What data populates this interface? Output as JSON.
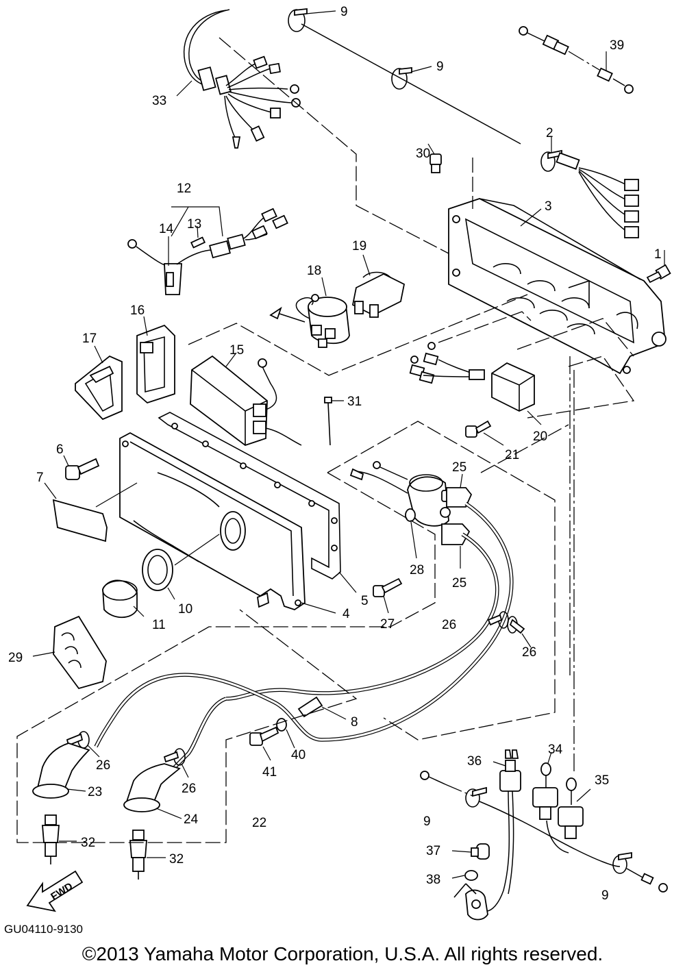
{
  "diagram": {
    "code": "GU04110-9130",
    "copyright": "©2013 Yamaha Motor Corporation, U.S.A. All rights reserved.",
    "direction_label": "FWD"
  },
  "callouts": {
    "p1": "1",
    "p2": "2",
    "p3": "3",
    "p4": "4",
    "p5": "5",
    "p6": "6",
    "p7": "7",
    "p8": "8",
    "p9a": "9",
    "p9b": "9",
    "p9c": "9",
    "p9d": "9",
    "p10": "10",
    "p11": "11",
    "p12": "12",
    "p13": "13",
    "p14": "14",
    "p15": "15",
    "p16": "16",
    "p17": "17",
    "p18": "18",
    "p19": "19",
    "p20": "20",
    "p21": "21",
    "p22": "22",
    "p23": "23",
    "p24": "24",
    "p25a": "25",
    "p25b": "25",
    "p26a": "26",
    "p26b": "26",
    "p26c": "26",
    "p26d": "26",
    "p27": "27",
    "p28": "28",
    "p29": "29",
    "p30": "30",
    "p31": "31",
    "p32a": "32",
    "p32b": "32",
    "p33": "33",
    "p34": "34",
    "p35": "35",
    "p36": "36",
    "p37": "37",
    "p38": "38",
    "p39": "39",
    "p40": "40",
    "p41": "41"
  }
}
